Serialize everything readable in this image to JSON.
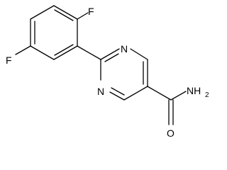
{
  "molecule": {
    "atoms": {
      "f_top": "F",
      "f_left": "F",
      "n_upper": "N",
      "n_lower": "N",
      "nh2": "NH",
      "nh2_subscript": "2",
      "o": "O"
    }
  }
}
